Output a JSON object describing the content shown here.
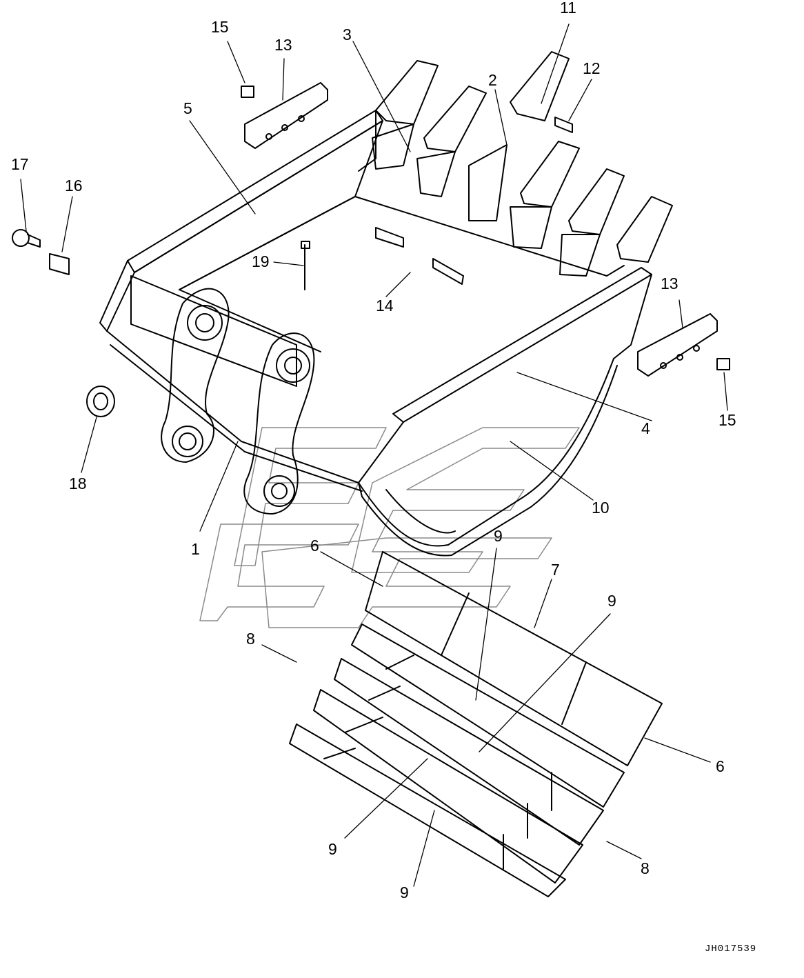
{
  "diagram": {
    "callouts": [
      {
        "id": "c1",
        "label": "1"
      },
      {
        "id": "c2",
        "label": "2"
      },
      {
        "id": "c3",
        "label": "3"
      },
      {
        "id": "c4",
        "label": "4"
      },
      {
        "id": "c5",
        "label": "5"
      },
      {
        "id": "c6a",
        "label": "6"
      },
      {
        "id": "c6b",
        "label": "6"
      },
      {
        "id": "c7",
        "label": "7"
      },
      {
        "id": "c8a",
        "label": "8"
      },
      {
        "id": "c8b",
        "label": "8"
      },
      {
        "id": "c9a",
        "label": "9"
      },
      {
        "id": "c9b",
        "label": "9"
      },
      {
        "id": "c9c",
        "label": "9"
      },
      {
        "id": "c9d",
        "label": "9"
      },
      {
        "id": "c10",
        "label": "10"
      },
      {
        "id": "c11",
        "label": "11"
      },
      {
        "id": "c12",
        "label": "12"
      },
      {
        "id": "c13a",
        "label": "13"
      },
      {
        "id": "c13b",
        "label": "13"
      },
      {
        "id": "c14",
        "label": "14"
      },
      {
        "id": "c15a",
        "label": "15"
      },
      {
        "id": "c15b",
        "label": "15"
      },
      {
        "id": "c16",
        "label": "16"
      },
      {
        "id": "c17",
        "label": "17"
      },
      {
        "id": "c18",
        "label": "18"
      },
      {
        "id": "c19",
        "label": "19"
      }
    ],
    "document_id": "JH017539",
    "colors": {
      "ink": "#000000",
      "watermark": "#8a8a8a",
      "paper": "#ffffff"
    }
  }
}
